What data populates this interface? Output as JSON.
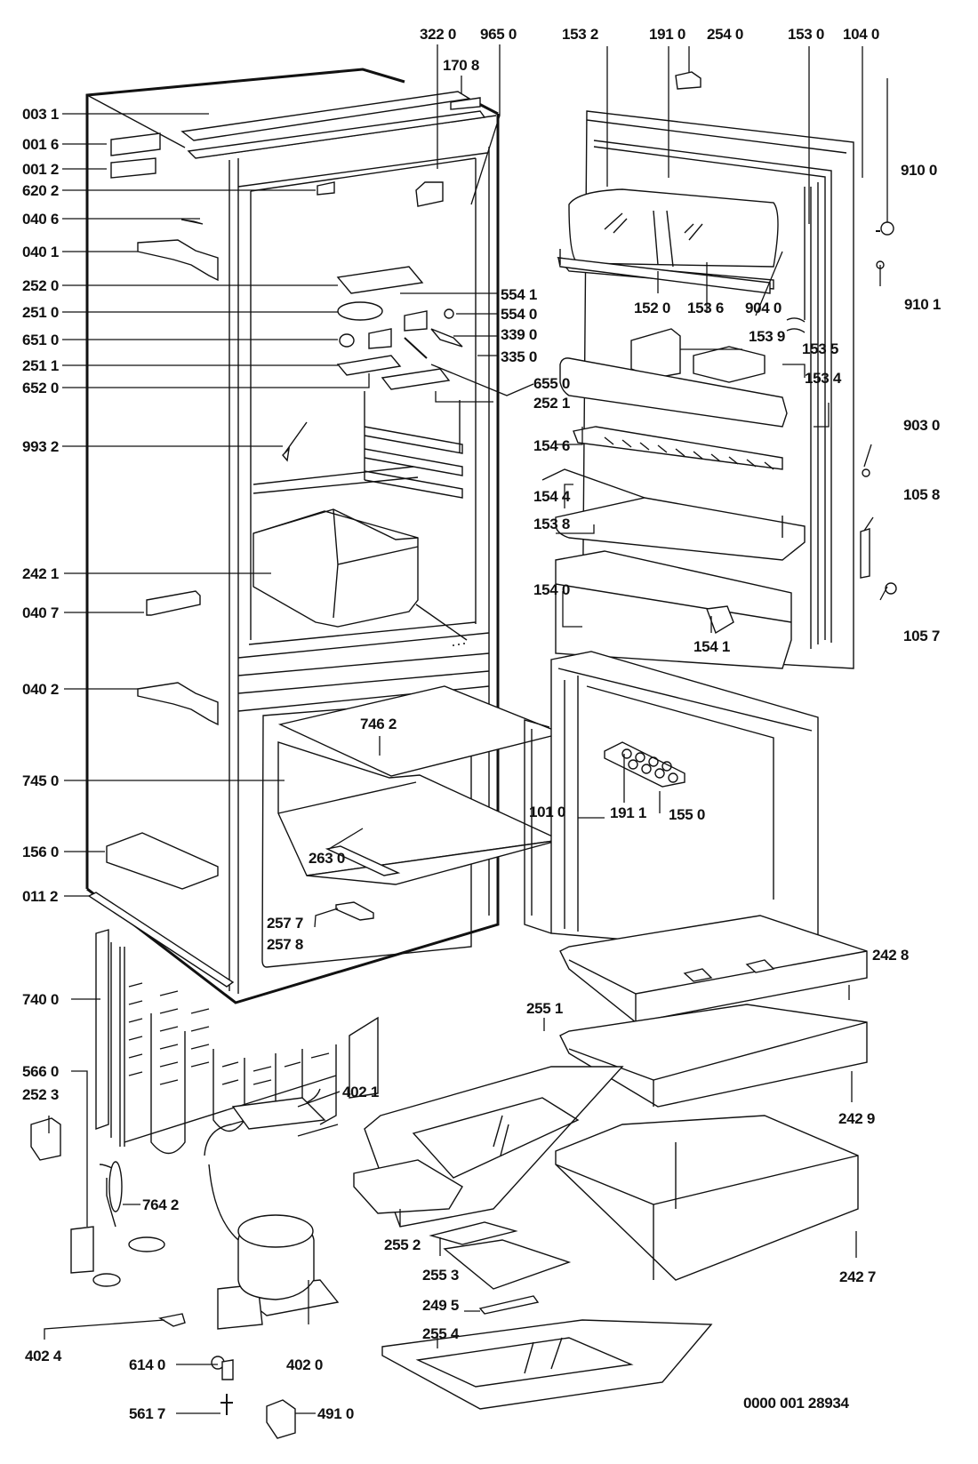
{
  "diagram": {
    "type": "exploded-parts-diagram",
    "subject": "built-in fridge-freezer",
    "document_number": "0000 001 28934",
    "labels": {
      "p0031": "003 1",
      "p0016": "001 6",
      "p0012": "001 2",
      "p6202": "620 2",
      "p0406": "040 6",
      "p0401": "040 1",
      "p2520": "252 0",
      "p2510": "251 0",
      "p6510": "651 0",
      "p2511": "251 1",
      "p6520": "652 0",
      "p9932": "993 2",
      "p2421": "242 1",
      "p0407": "040 7",
      "p0402": "040 2",
      "p7450": "745 0",
      "p1560": "156 0",
      "p0112": "011 2",
      "p7400": "740 0",
      "p5660": "566 0",
      "p2523": "252 3",
      "p7642": "764 2",
      "p4024": "402 4",
      "p6140": "614 0",
      "p5617": "561 7",
      "p4910": "491 0",
      "p4020": "402 0",
      "p4021": "402 1",
      "p3220": "322 0",
      "p9650": "965 0",
      "p1708": "170 8",
      "p5541": "554 1",
      "p5540": "554 0",
      "p3390": "339 0",
      "p3350": "335 0",
      "p6550": "655 0",
      "p2521": "252 1",
      "p7462": "746 2",
      "p2630": "263 0",
      "p2577": "257 7",
      "p2578": "257 8",
      "p1532": "153 2",
      "p1910": "191 0",
      "p2540": "254 0",
      "p1530": "153 0",
      "p1040": "104 0",
      "p9100": "910 0",
      "p9101": "910 1",
      "p1520": "152 0",
      "p1536": "153 6",
      "p9040": "904 0",
      "p1539": "153 9",
      "p1535": "153 5",
      "p1534": "153 4",
      "p9030": "903 0",
      "p1546": "154 6",
      "p1544": "154 4",
      "p1538": "153 8",
      "p1058": "105 8",
      "p1540": "154 0",
      "p1541": "154 1",
      "p1057": "105 7",
      "p1010": "101 0",
      "p1911": "191 1",
      "p1550": "155 0",
      "p2428": "242 8",
      "p2551": "255 1",
      "p2429": "242 9",
      "p2552": "255 2",
      "p2553": "255 3",
      "p2495": "249 5",
      "p2554": "255 4",
      "p2427": "242 7"
    }
  }
}
